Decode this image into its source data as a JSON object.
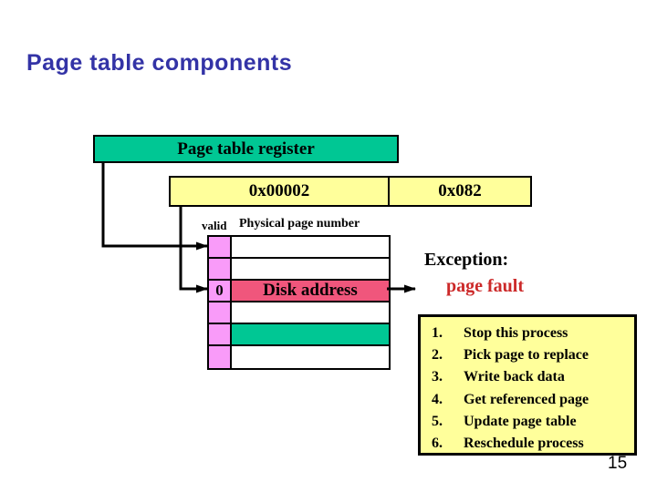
{
  "slide": {
    "title": "Page table components",
    "page_number": "15"
  },
  "diagram": {
    "register_label": "Page table register",
    "virtual_address": {
      "page_number": "0x00002",
      "offset": "0x082"
    },
    "table": {
      "valid_header": "valid",
      "ppn_header": "Physical page number",
      "rows": [
        {
          "valid": "",
          "content": "",
          "fill": "white"
        },
        {
          "valid": "",
          "content": "",
          "fill": "white"
        },
        {
          "valid": "0",
          "content": "Disk address",
          "fill": "crimson"
        },
        {
          "valid": "",
          "content": "",
          "fill": "white"
        },
        {
          "valid": "",
          "content": "",
          "fill": "green"
        },
        {
          "valid": "",
          "content": "",
          "fill": "white"
        }
      ]
    },
    "exception": {
      "line1": "Exception:",
      "line2": "page fault"
    }
  },
  "fault_steps": {
    "items": [
      {
        "num": "1.",
        "text": "Stop this process"
      },
      {
        "num": "2.",
        "text": "Pick page to replace"
      },
      {
        "num": "3.",
        "text": "Write back data"
      },
      {
        "num": "4.",
        "text": "Get referenced page"
      },
      {
        "num": "5.",
        "text": "Update page table"
      },
      {
        "num": "6.",
        "text": "Reschedule process"
      }
    ]
  },
  "colors": {
    "title_blue": "#3333A6",
    "green": "#00C794",
    "yellow": "#FFFF9B",
    "valid_pink": "#F99BF9",
    "fault_pink": "#F0567C",
    "red_text": "#CC2929"
  }
}
